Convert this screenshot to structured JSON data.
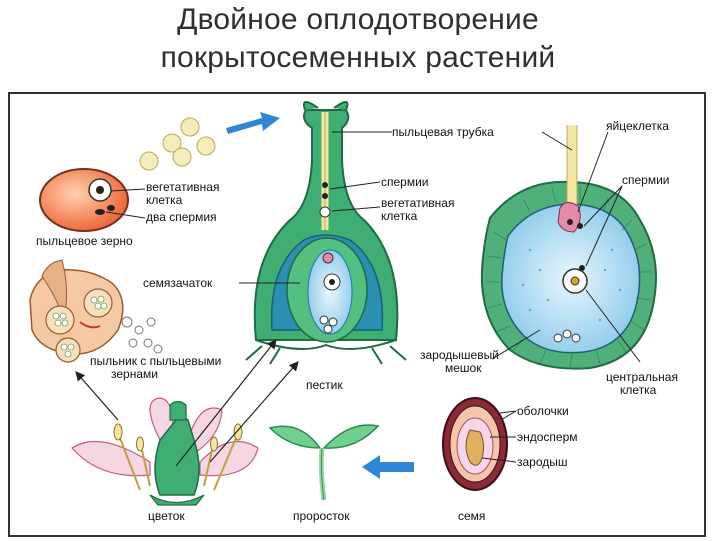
{
  "title": {
    "line1": "Двойное оплодотворение",
    "line2": "покрытосеменных растений"
  },
  "labels": {
    "vegetative_cell_1a": "вегетативная",
    "vegetative_cell_1b": "клетка",
    "two_sperms": "два спермия",
    "pollen_grain": "пыльцевое зерно",
    "ovule": "семязачаток",
    "anther_1": "пыльник с пыльцевыми",
    "anther_2": "зернами",
    "pollen_tube": "пыльцевая трубка",
    "sperms_1": "спермии",
    "vegetative_cell_2a": "вегетативная",
    "vegetative_cell_2b": "клетка",
    "pistil": "пестик",
    "egg_cell": "яйцеклетка",
    "sperms_2": "спермии",
    "embryo_sac_1": "зародышевый",
    "embryo_sac_2": "мешок",
    "central_cell_1": "центральная",
    "central_cell_2": "клетка",
    "shells": "оболочки",
    "endosperm": "эндосперм",
    "embryo": "зародыш",
    "seed": "семя",
    "sprout": "проросток",
    "flower": "цветок"
  },
  "colors": {
    "arrow": "#2f86d6",
    "green": "#3fae73",
    "dark_green": "#1f7a4a",
    "blue_sac": "#bfe3f5",
    "pink": "#e58aa8",
    "orange": "#f07c52",
    "yellow_tube": "#f4e6a0"
  }
}
